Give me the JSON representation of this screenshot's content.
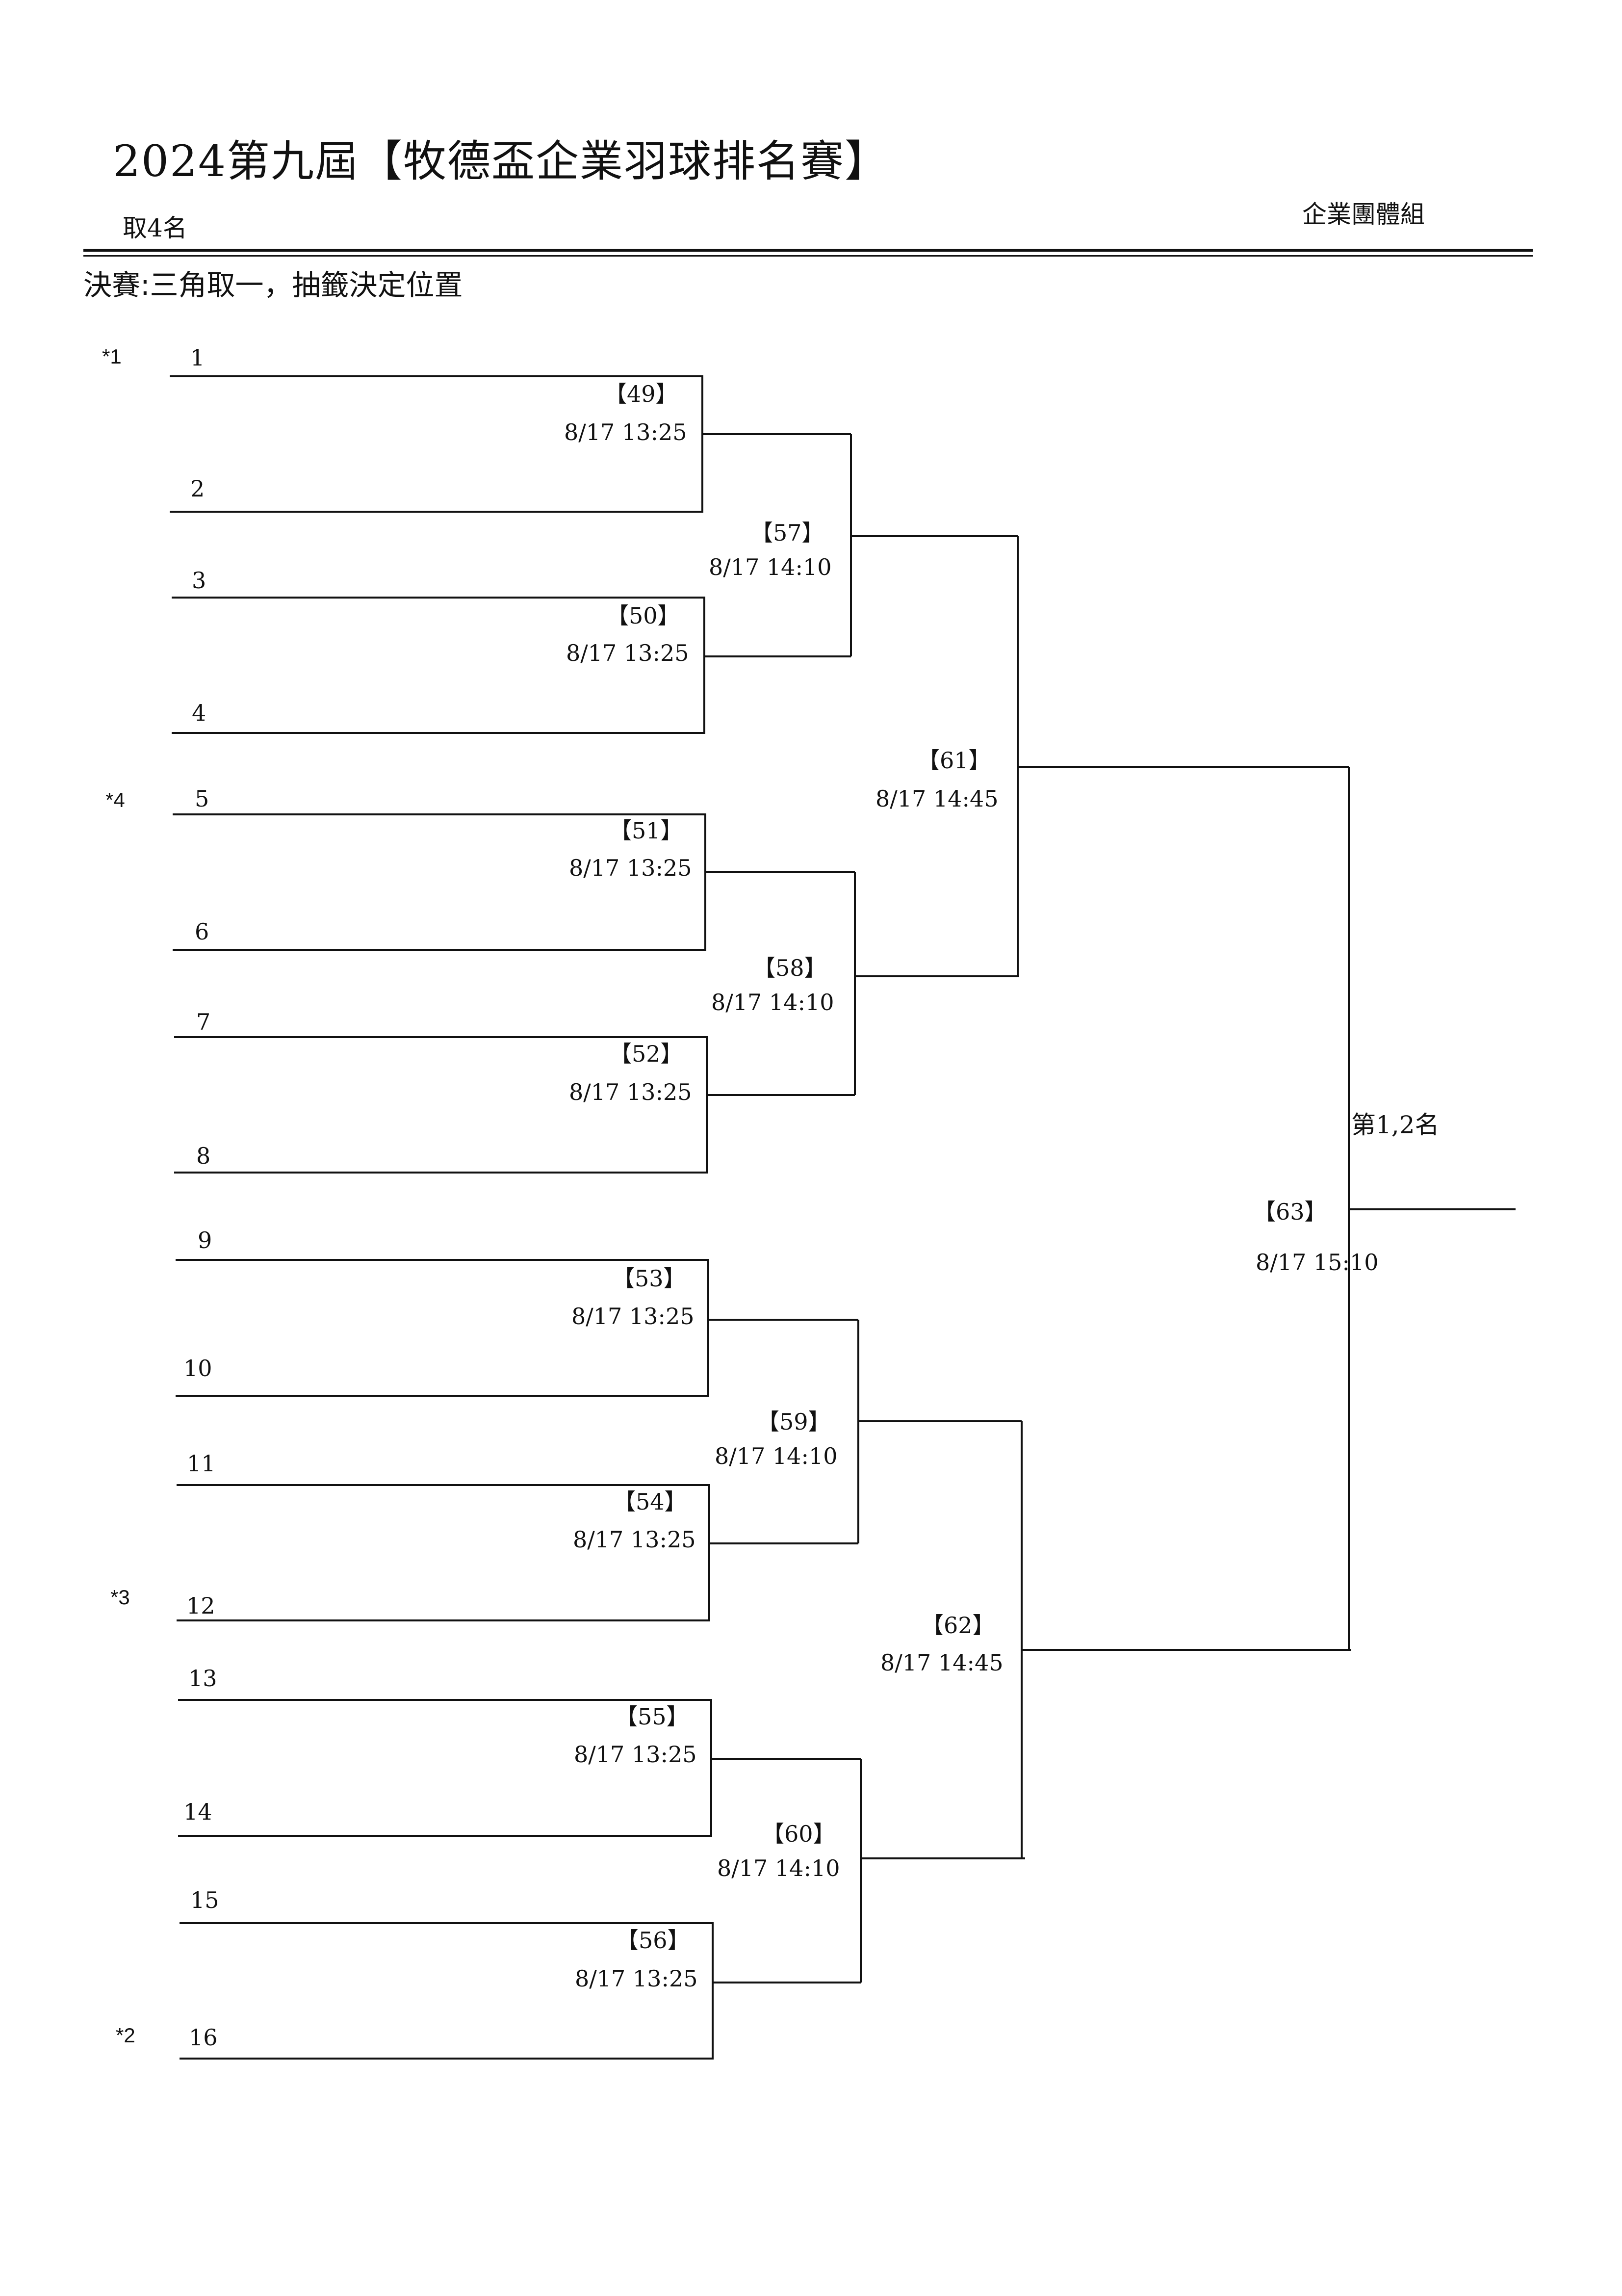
{
  "header": {
    "title": "2024第九屆【牧德盃企業羽球排名賽】",
    "subtitle": "取4名",
    "group": "企業團體組",
    "note": "決賽:三角取一，抽籤決定位置"
  },
  "seeds": [
    "*1",
    "*4",
    "*3",
    "*2"
  ],
  "slots": [
    "1",
    "2",
    "3",
    "4",
    "5",
    "6",
    "7",
    "8",
    "9",
    "10",
    "11",
    "12",
    "13",
    "14",
    "15",
    "16"
  ],
  "matches": [
    {
      "id": "【49】",
      "time": "8/17  13:25"
    },
    {
      "id": "【50】",
      "time": "8/17  13:25"
    },
    {
      "id": "【51】",
      "time": "8/17  13:25"
    },
    {
      "id": "【52】",
      "time": "8/17  13:25"
    },
    {
      "id": "【53】",
      "time": "8/17  13:25"
    },
    {
      "id": "【54】",
      "time": "8/17  13:25"
    },
    {
      "id": "【55】",
      "time": "8/17  13:25"
    },
    {
      "id": "【56】",
      "time": "8/17  13:25"
    },
    {
      "id": "【57】",
      "time": "8/17  14:10"
    },
    {
      "id": "【58】",
      "time": "8/17  14:10"
    },
    {
      "id": "【59】",
      "time": "8/17  14:10"
    },
    {
      "id": "【60】",
      "time": "8/17  14:10"
    },
    {
      "id": "【61】",
      "time": "8/17  14:45"
    },
    {
      "id": "【62】",
      "time": "8/17  14:45"
    },
    {
      "id": "【63】",
      "time": "8/17  15:10"
    }
  ],
  "final_label": "第1,2名"
}
